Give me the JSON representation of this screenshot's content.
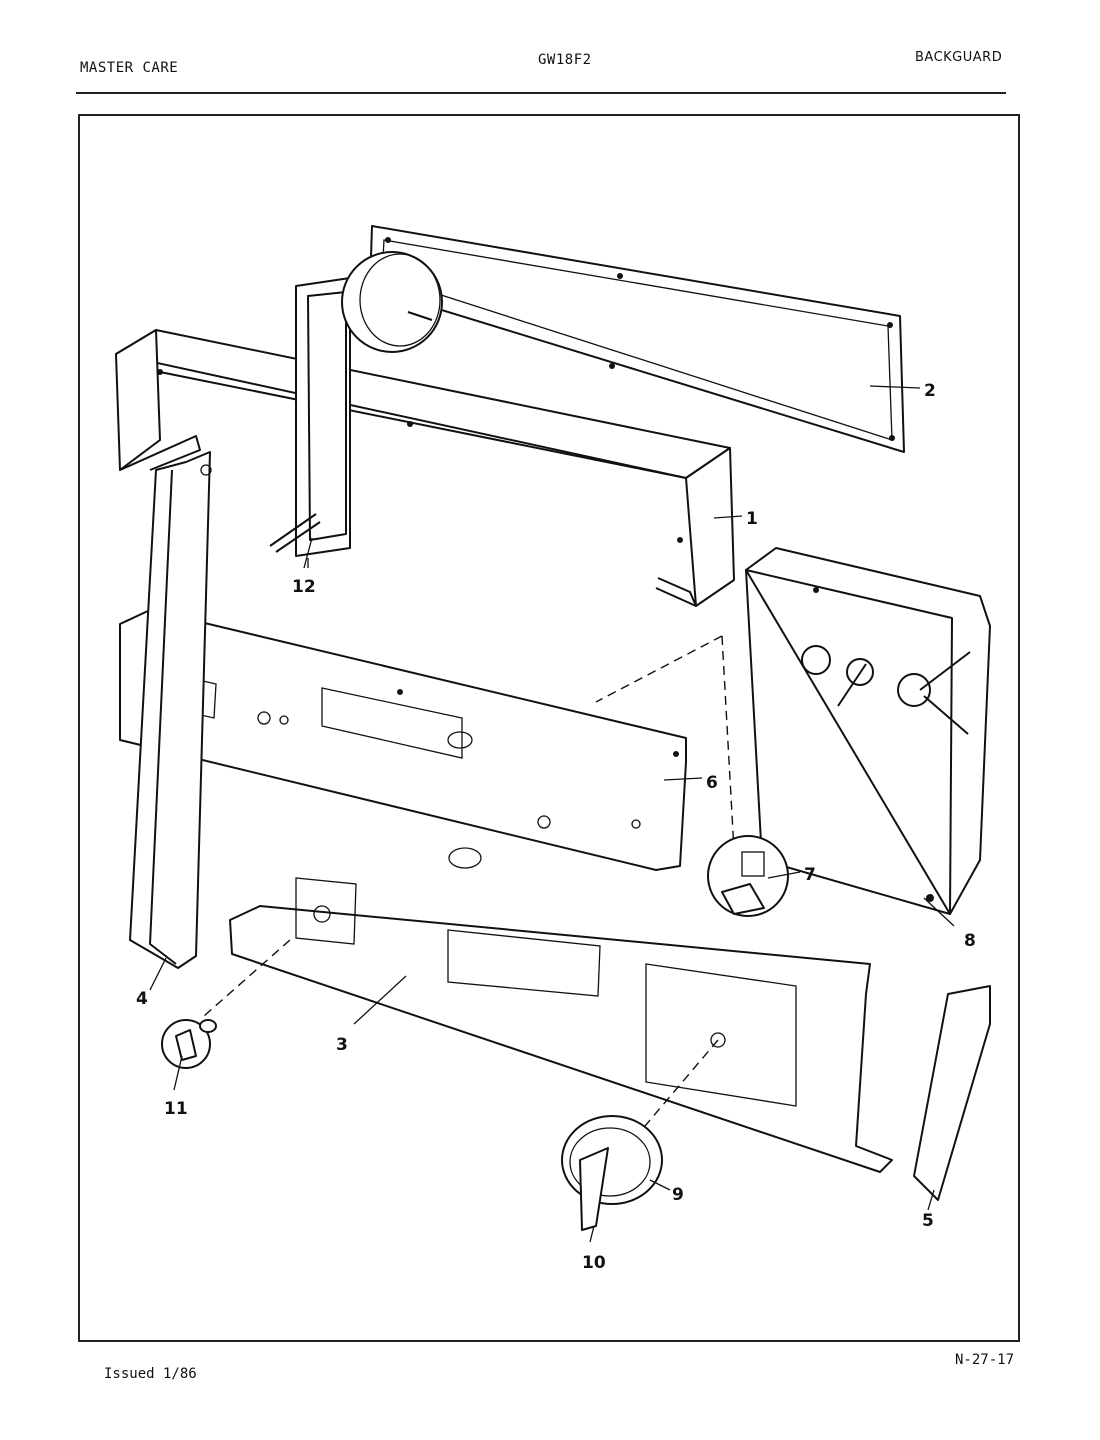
{
  "header": {
    "left": "MASTER CARE",
    "center": "GW18F2",
    "right": "BACKGUARD"
  },
  "footer": {
    "issued": "Issued 1/86",
    "page_code": "N-27-17"
  },
  "callouts": {
    "c1": "1",
    "c2": "2",
    "c3": "3",
    "c4": "4",
    "c5": "5",
    "c6": "6",
    "c7": "7",
    "c8": "8",
    "c9": "9",
    "c10": "10",
    "c11": "11",
    "c12": "12"
  }
}
